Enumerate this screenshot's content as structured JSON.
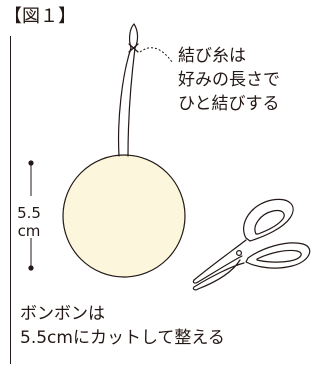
{
  "figure": {
    "label": "【図１】"
  },
  "notes": {
    "string": [
      "結び糸は",
      "好みの長さで",
      "ひと結びする"
    ],
    "pompom": [
      "ボンボンは",
      "5.5cmにカットして整える"
    ]
  },
  "dimension": {
    "value": "5.5",
    "unit": "cm"
  },
  "colors": {
    "line": "#231815",
    "pompom_fill": "#fcf6dc"
  },
  "icons": [
    "pompom-ball-icon",
    "tie-string-icon",
    "scissors-icon"
  ]
}
